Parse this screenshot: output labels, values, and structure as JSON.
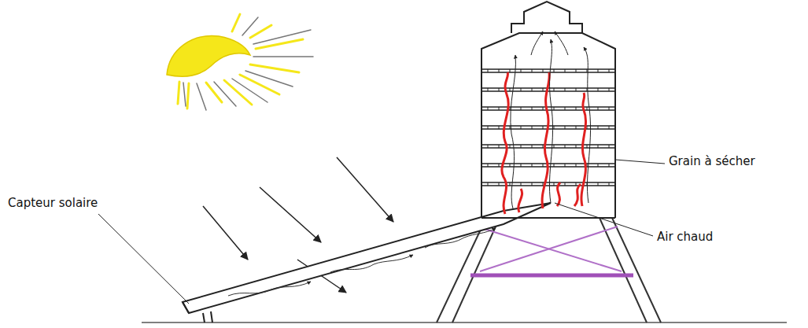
{
  "diagram": {
    "labels": [
      "Capteur solaire",
      "Grain à sécher",
      "Air chaud"
    ]
  }
}
